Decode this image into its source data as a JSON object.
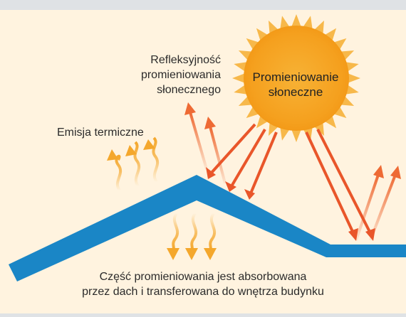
{
  "labels": {
    "reflectivity": [
      "Refleksyjność",
      "promieniowania",
      "słonecznego"
    ],
    "emission": "Emisja termiczne",
    "sun": [
      "Promieniowanie",
      "słoneczne"
    ],
    "absorption": [
      "Część promieniowania jest absorbowana",
      "przez dach i transferowana do wnętrza budynku"
    ]
  },
  "colors": {
    "frame": "#dfe2e5",
    "background": "#fff3df",
    "roof": "#1a86c6",
    "sun_fill": "#f6a623",
    "sun_edge": "#f7b84a",
    "incoming_arrow": "#e9562a",
    "reflected_arrow": "#ee6a34",
    "heat_arrow": "#f4a72c"
  }
}
